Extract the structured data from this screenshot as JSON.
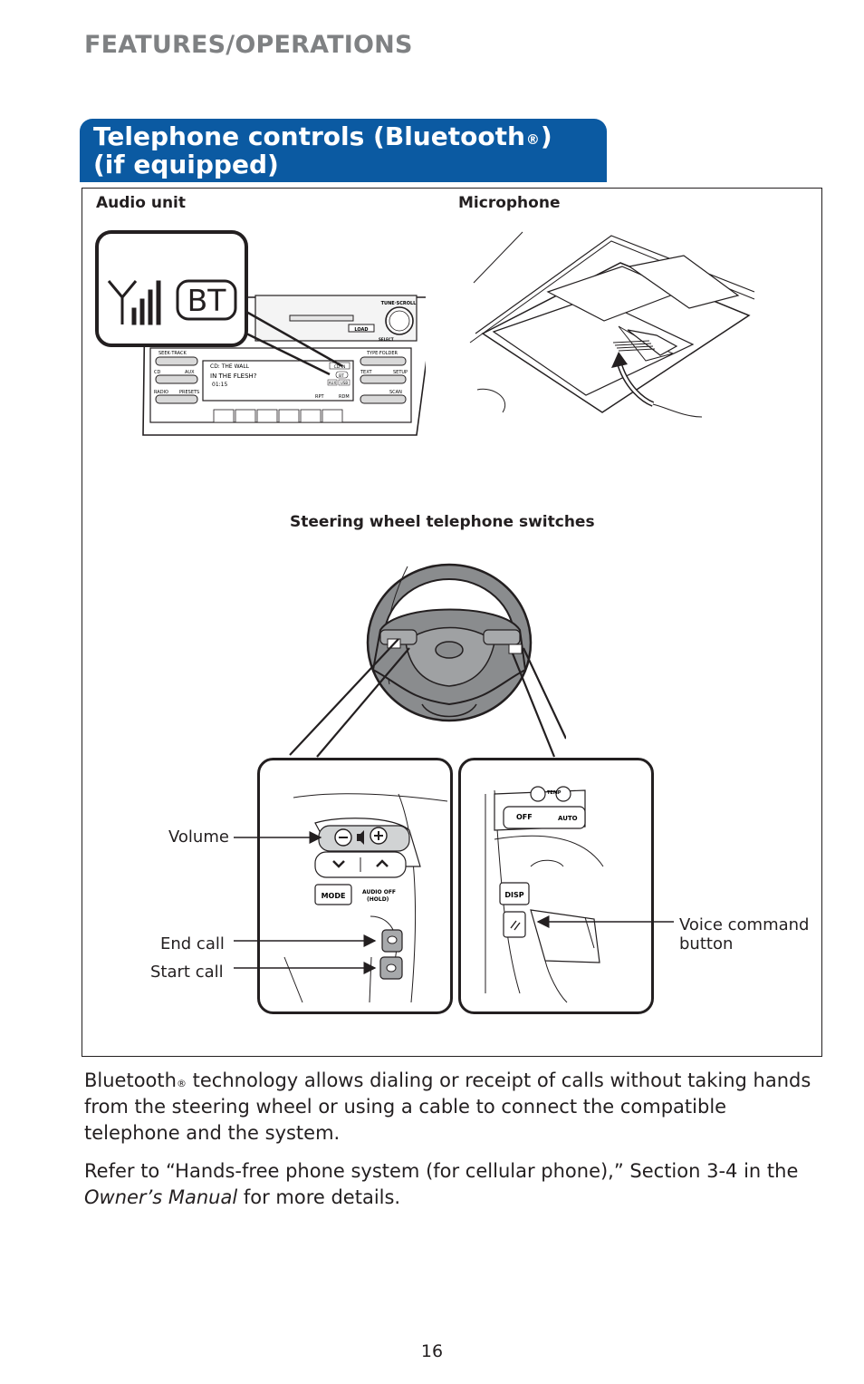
{
  "header": {
    "section": "FEATURES/OPERATIONS"
  },
  "title": {
    "line1_prefix": "Telephone controls (Bluetooth",
    "reg_mark": "®",
    "line1_suffix": ")",
    "line2": "(if equipped)"
  },
  "figure": {
    "audio_unit_label": "Audio unit",
    "microphone_label": "Microphone",
    "steering_label": "Steering wheel telephone switches",
    "callouts": {
      "volume": "Volume",
      "end_call": "End call",
      "start_call": "Start call",
      "voice_command_line1": "Voice command",
      "voice_command_line2": "button"
    },
    "audio_display": {
      "bt_badge": "BT",
      "tune_scroll": "TUNE·SCROLL",
      "load": "LOAD",
      "seek_track": "SEEK·TRACK",
      "type_folder": "TYPE·FOLDER",
      "cd": "CD",
      "aux": "AUX",
      "text": "TEXT",
      "setup": "SETUP",
      "radio": "RADIO",
      "presets": "PRESETS",
      "scan": "SCAN",
      "line1": "CD: THE WALL",
      "line2": "IN THE FLESH?",
      "line3": "01:15",
      "cd_in": "CD IN",
      "aux_tag": "AUX",
      "usb_tag": "USB",
      "rpt": "RPT",
      "rdm": "RDM",
      "push_select": "SELECT"
    },
    "switch_labels": {
      "mode": "MODE",
      "audio_off": "AUDIO OFF",
      "hold": "(HOLD)",
      "temp": "TEMP",
      "off": "OFF",
      "auto": "AUTO",
      "disp": "DISP"
    }
  },
  "body": {
    "p1_prefix": "Bluetooth",
    "p1_reg": "®",
    "p1_suffix": " technology allows dialing or receipt of calls without taking hands from the steering wheel or using a cable to connect the compatible telephone and the system.",
    "p2_prefix": "Refer to “Hands-free phone system (for cellular phone),” Section 3-4 in the ",
    "p2_italic": "Owner’s Manual",
    "p2_suffix": " for more details."
  },
  "page_number": "16",
  "colors": {
    "title_bar": "#0b5aa2",
    "header_gray": "#7f8183",
    "wheel_gray": "#8a8c8e"
  }
}
